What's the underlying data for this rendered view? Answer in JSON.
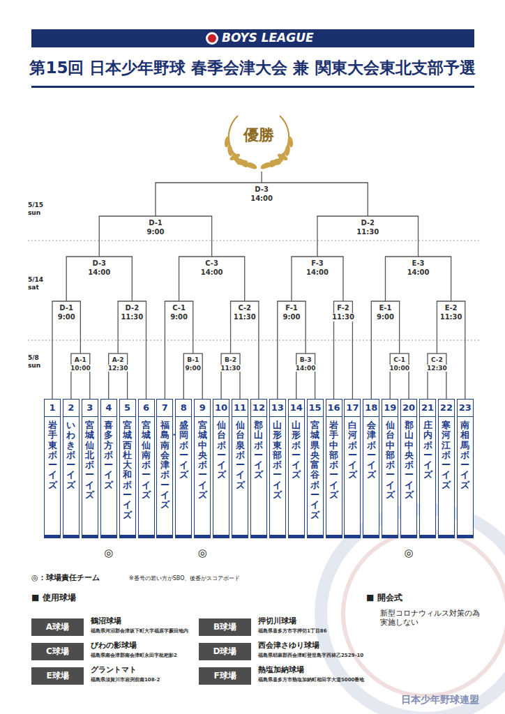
{
  "diagram": {
    "title": "第15回 日本少年野球 春季会津大会 兼 関東大会東北支部予選",
    "nodes": [
      {
        "text": [
          "1",
          "岩手東ボーイズ"
        ]
      },
      {
        "text": [
          "2",
          "いわきボーイズ"
        ]
      },
      {
        "text": [
          "3",
          "宮城仙北ボーイズ"
        ]
      },
      {
        "text": [
          "4",
          "喜多方ボーイズ"
        ]
      },
      {
        "text": [
          "5",
          "宮城西杜大和ボーイズ"
        ]
      },
      {
        "text": [
          "6",
          "宮城仙南ボーイズ"
        ]
      },
      {
        "text": [
          "7",
          "福島・南会津ボーイズ"
        ]
      },
      {
        "text": [
          "8",
          "盛岡ボーイズ"
        ]
      },
      {
        "text": [
          "9",
          "宮城中央ボーイズ"
        ]
      },
      {
        "text": [
          "10",
          "仙台ボーイズ"
        ]
      },
      {
        "text": [
          "11",
          "仙台泉ボーイズ"
        ]
      },
      {
        "text": [
          "12",
          "郡山ボーイズ"
        ]
      },
      {
        "text": [
          "13",
          "山形東部ボーイズ"
        ]
      },
      {
        "text": [
          "14",
          "山形ボーイズ"
        ]
      },
      {
        "text": [
          "15",
          "宮城県央富谷ボーイズ"
        ]
      },
      {
        "text": [
          "16",
          "岩手中部ボーイズ"
        ]
      },
      {
        "text": [
          "17",
          "白河ボーイズ"
        ]
      },
      {
        "text": [
          "18",
          "会津ボーイズ"
        ]
      },
      {
        "text": [
          "19",
          "仙台中部ボーイズ"
        ]
      },
      {
        "text": [
          "20",
          "郡山中央ボーイズ"
        ]
      },
      {
        "text": [
          "21",
          "庄内ボーイズ"
        ]
      },
      {
        "text": [
          "22",
          "寒河江ボーイズ"
        ]
      },
      {
        "text": [
          "23",
          "南相馬ボーイズ"
        ]
      },
      {
        "text": [
          "A球場"
        ]
      },
      {
        "text": [
          "B球場"
        ]
      },
      {
        "text": [
          "C球場"
        ]
      },
      {
        "text": [
          "D球場"
        ]
      },
      {
        "text": [
          "E球場"
        ]
      },
      {
        "text": [
          "F球場"
        ]
      }
    ],
    "labels": [
      "BOYS LEAGUE",
      "優勝",
      "5/15",
      "sun",
      "5/14",
      "sat",
      "5/8",
      "sun",
      "D-3",
      "14:00",
      "D-1",
      "9:00",
      "D-2",
      "11:30",
      "D-3",
      "14:00",
      "C-3",
      "14:00",
      "F-3",
      "14:00",
      "E-3",
      "14:00",
      "D-1",
      "9:00",
      "D-2",
      "11:30",
      "C-1",
      "9:00",
      "C-2",
      "11:30",
      "F-1",
      "9:00",
      "F-2",
      "11:30",
      "E-1",
      "9:00",
      "E-2",
      "11:30",
      "A-1",
      "10:00",
      "A-2",
      "12:30",
      "B-1",
      "9:00",
      "B-2",
      "11:30",
      "B-3",
      "14:00",
      "C-1",
      "10:00",
      "C-2",
      "12:30",
      "◎",
      "◎",
      "◎",
      "◎：球場責任チーム",
      "※番号の若い方がSBO、後番がスコアボード",
      "■ 使用球場",
      "鶴沼球場",
      "福島県河沼郡会津坂下町大字福原字蕨田地内",
      "押切川球場",
      "福島県喜多方市字押切1丁目86",
      "びわの影球場",
      "福島県南会津郡南会津町永田字枇杷影2",
      "西会津さゆり球場",
      "福島県耶麻郡西会津町登世島字西林乙2529-10",
      "グラントマト",
      "福島県須賀川市岩渕前南108-2",
      "熱塩加納球場",
      "福島県喜多方市熱塩加納町相田字大道5000番地",
      "■ 開会式",
      "新型コロナウィルス対策の為 実施しない",
      "日本少年野球連盟"
    ]
  }
}
